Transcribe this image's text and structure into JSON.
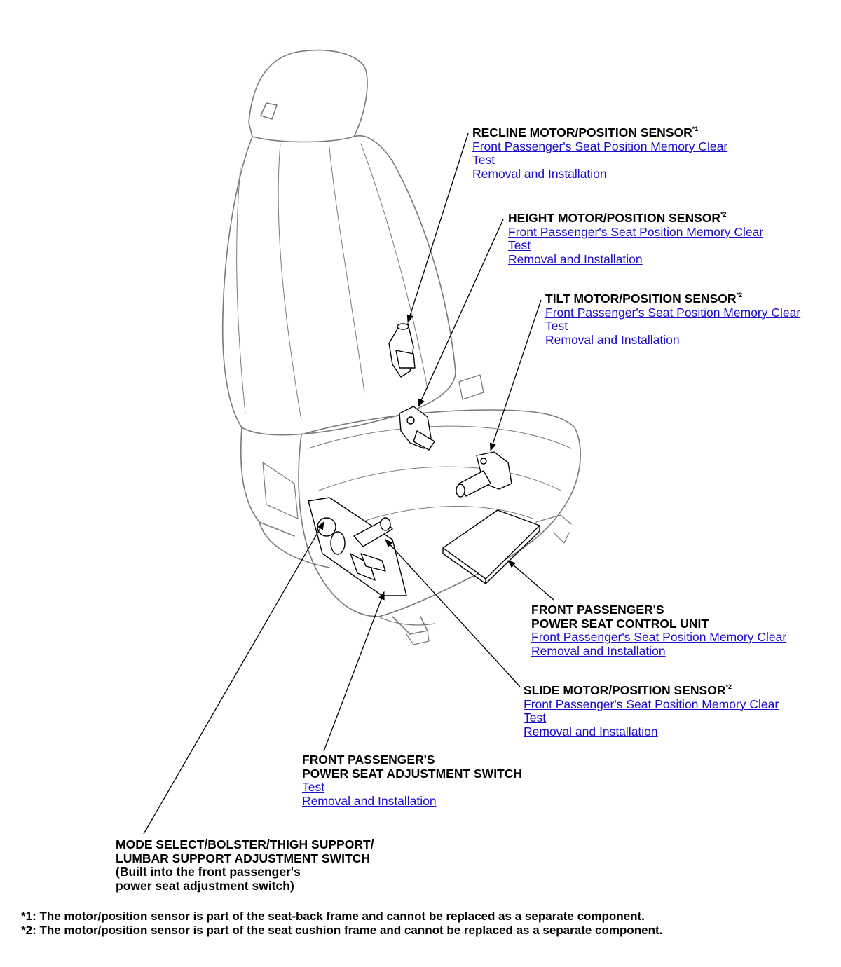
{
  "callouts": {
    "recline": {
      "title": "RECLINE MOTOR/POSITION SENSOR",
      "mark": "*1",
      "links": [
        "Front Passenger's Seat Position Memory Clear",
        "Test",
        "Removal and Installation"
      ]
    },
    "height": {
      "title": "HEIGHT MOTOR/POSITION SENSOR",
      "mark": "*2",
      "links": [
        "Front Passenger's Seat Position Memory Clear",
        "Test",
        "Removal and Installation"
      ]
    },
    "tilt": {
      "title": "TILT MOTOR/POSITION SENSOR",
      "mark": "*2",
      "links": [
        "Front Passenger's Seat Position Memory Clear",
        "Test",
        "Removal and Installation"
      ]
    },
    "control_unit": {
      "title_lines": [
        "FRONT PASSENGER'S",
        "POWER SEAT CONTROL UNIT"
      ],
      "links": [
        "Front Passenger's Seat Position Memory Clear",
        "Removal and Installation"
      ]
    },
    "slide": {
      "title": "SLIDE MOTOR/POSITION SENSOR",
      "mark": "*2",
      "links": [
        "Front Passenger's Seat Position Memory Clear",
        "Test",
        "Removal and Installation"
      ]
    },
    "adjust_switch": {
      "title_lines": [
        "FRONT PASSENGER'S",
        "POWER SEAT ADJUSTMENT SWITCH"
      ],
      "links": [
        "Test",
        "Removal and Installation"
      ]
    },
    "mode_switch": {
      "lines": [
        "MODE SELECT/BOLSTER/THIGH SUPPORT/",
        "LUMBAR SUPPORT ADJUSTMENT SWITCH",
        "(Built into the front passenger's",
        "power seat adjustment switch)"
      ]
    }
  },
  "footnotes": [
    "*1: The motor/position sensor is part of the seat-back frame and cannot be replaced as a separate component.",
    "*2: The motor/position sensor is part of the seat cushion frame and cannot be replaced as a separate component."
  ],
  "colors": {
    "link": "#1a0dcc",
    "line": "#000000",
    "outline": "#7a7a7a"
  }
}
